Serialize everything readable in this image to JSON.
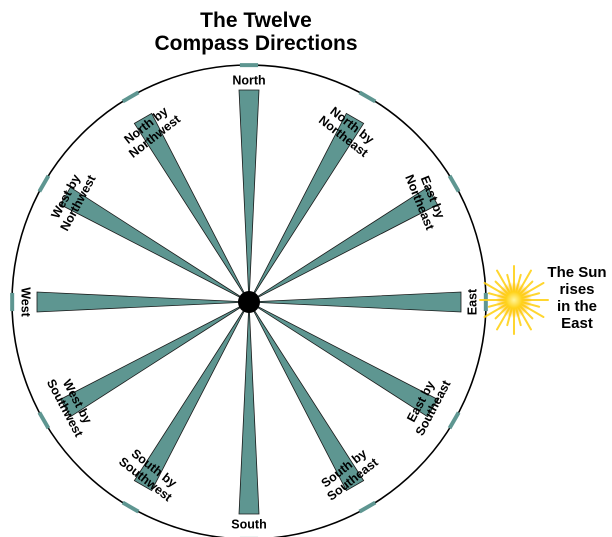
{
  "title": {
    "line1": "The Twelve",
    "line2": "Compass Directions"
  },
  "colors": {
    "ray": "#5e9691",
    "ray_edge": "#1a1a1a",
    "circle": "#000000",
    "tick": "#5e9691",
    "south_label": "#8a8a8a",
    "sun": "#ffd21a"
  },
  "directions": [
    {
      "key": "north",
      "lines": [
        "North"
      ]
    },
    {
      "key": "north-by-northeast",
      "lines": [
        "North by",
        "Northeast"
      ]
    },
    {
      "key": "east-by-northeast",
      "lines": [
        "East by",
        "Northeast"
      ]
    },
    {
      "key": "east",
      "lines": [
        "East"
      ]
    },
    {
      "key": "east-by-southeast",
      "lines": [
        "East by",
        "Southeast"
      ]
    },
    {
      "key": "south-by-southeast",
      "lines": [
        "South by",
        "Southeast"
      ]
    },
    {
      "key": "south",
      "lines": [
        "South"
      ]
    },
    {
      "key": "south-by-southwest",
      "lines": [
        "South by",
        "Southwest"
      ]
    },
    {
      "key": "west-by-southwest",
      "lines": [
        "West by",
        "Southwest"
      ]
    },
    {
      "key": "west",
      "lines": [
        "West"
      ]
    },
    {
      "key": "west-by-northwest",
      "lines": [
        "West by",
        "Northwest"
      ]
    },
    {
      "key": "north-by-northwest",
      "lines": [
        "North by",
        "Northwest"
      ]
    }
  ],
  "sun_note": {
    "lines": [
      "The Sun",
      "rises",
      "in the",
      "East"
    ],
    "icon": "sun-icon"
  }
}
